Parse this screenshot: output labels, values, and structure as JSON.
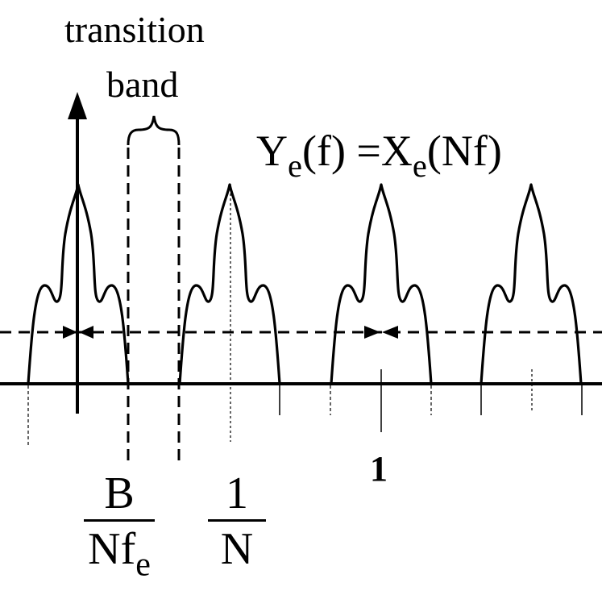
{
  "labels": {
    "transition_line1": "transition",
    "transition_line2": "band",
    "equation": {
      "lhs": "Y",
      "lhs_sub": "e",
      "lhs_arg": "(f) =X",
      "rhs_sub": "e",
      "rhs_arg": "(Nf)"
    },
    "frac_left": {
      "num": "B",
      "den": "Nf",
      "den_sub": "e"
    },
    "frac_right": {
      "num": "1",
      "den": "N"
    },
    "tick_one": "1"
  },
  "colors": {
    "ink": "#000000",
    "background": "#ffffff"
  }
}
